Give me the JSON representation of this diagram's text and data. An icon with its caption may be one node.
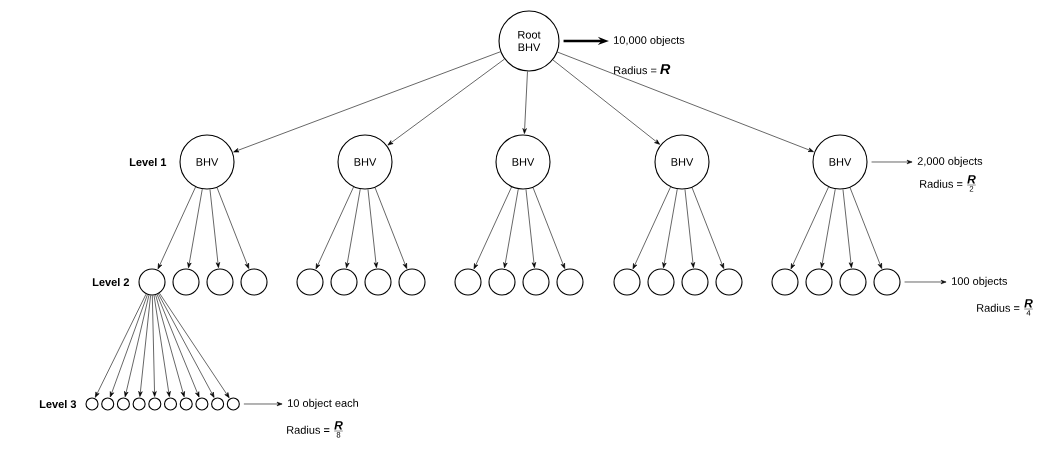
{
  "diagram": {
    "nodes": [
      {
        "text": [
          "Root BHV"
        ]
      },
      {
        "text": [
          "BHV"
        ]
      },
      {
        "text": [
          "BHV"
        ]
      },
      {
        "text": [
          "BHV"
        ]
      },
      {
        "text": [
          "BHV"
        ]
      },
      {
        "text": [
          "BHV"
        ]
      },
      {
        "text": [],
        "shape": "circle"
      },
      {
        "text": [],
        "shape": "circle"
      },
      {
        "text": [],
        "shape": "circle"
      },
      {
        "text": [],
        "shape": "circle"
      },
      {
        "text": [],
        "shape": "circle"
      },
      {
        "text": [],
        "shape": "circle"
      },
      {
        "text": [],
        "shape": "circle"
      },
      {
        "text": [],
        "shape": "circle"
      },
      {
        "text": [],
        "shape": "circle"
      },
      {
        "text": [],
        "shape": "circle"
      },
      {
        "text": [],
        "shape": "circle"
      },
      {
        "text": [],
        "shape": "circle"
      },
      {
        "text": [],
        "shape": "circle"
      },
      {
        "text": [],
        "shape": "circle"
      },
      {
        "text": [],
        "shape": "circle"
      },
      {
        "text": [],
        "shape": "circle"
      },
      {
        "text": [],
        "shape": "circle"
      },
      {
        "text": [],
        "shape": "circle"
      },
      {
        "text": [],
        "shape": "circle"
      },
      {
        "text": [],
        "shape": "circle"
      },
      {
        "text": [],
        "shape": "circle"
      },
      {
        "text": [],
        "shape": "circle"
      },
      {
        "text": [],
        "shape": "circle"
      },
      {
        "text": [],
        "shape": "circle"
      },
      {
        "text": [],
        "shape": "circle"
      },
      {
        "text": [],
        "shape": "circle"
      },
      {
        "text": [],
        "shape": "circle"
      },
      {
        "text": [],
        "shape": "circle"
      },
      {
        "text": [],
        "shape": "circle"
      },
      {
        "text": [],
        "shape": "circle"
      },
      {
        "text": [
          "10,000 objects"
        ],
        "beside": [
          "\\text{Radius} \\mathrel{\\text{=}} \\text{\\Large\\textbf{\\textit{R}}}"
        ]
      },
      {
        "text": [
          "2,000 objects"
        ],
        "beside": [
          "\\text{Radius} \\mathrel{\\text{=}} \\frac{\\text{\\large\\textbf{\\textit{R}}}}{\\text{2}}"
        ]
      },
      {
        "text": [
          "100 objects"
        ],
        "beside": [
          "\\text{Radius} \\mathrel{\\text{=}} \\frac{\\text{\\large\\textbf{\\textit{R}}}}{\\text{4}}"
        ]
      },
      {
        "text": [
          "10 object each"
        ],
        "beside": [
          "\\text{Radius} \\mathrel{\\text{=}} \\frac{\\text{\\large\\textbf{\\textit{R}}}}{\\text{8}}"
        ]
      }
    ],
    "edges": [
      {
        "from": 0,
        "to": 1,
        "arrow": "to"
      },
      {
        "from": 0,
        "to": 2,
        "arrow": "to"
      },
      {
        "from": 0,
        "to": 3,
        "arrow": "to"
      },
      {
        "from": 0,
        "to": 4,
        "arrow": "to"
      },
      {
        "from": 0,
        "to": 5,
        "arrow": "to"
      },
      {
        "from": 1,
        "to": 6,
        "arrow": "to"
      },
      {
        "from": 1,
        "to": 7,
        "arrow": "to"
      },
      {
        "from": 1,
        "to": 8,
        "arrow": "to"
      },
      {
        "from": 1,
        "to": 9,
        "arrow": "to"
      },
      {
        "from": 2,
        "to": 10,
        "arrow": "to"
      },
      {
        "from": 2,
        "to": 11,
        "arrow": "to"
      },
      {
        "from": 2,
        "to": 12,
        "arrow": "to"
      },
      {
        "from": 2,
        "to": 13,
        "arrow": "to"
      },
      {
        "from": 3,
        "to": 14,
        "arrow": "to"
      },
      {
        "from": 3,
        "to": 15,
        "arrow": "to"
      },
      {
        "from": 3,
        "to": 16,
        "arrow": "to"
      },
      {
        "from": 3,
        "to": 17,
        "arrow": "to"
      },
      {
        "from": 4,
        "to": 18,
        "arrow": "to"
      },
      {
        "from": 4,
        "to": 19,
        "arrow": "to"
      },
      {
        "from": 4,
        "to": 20,
        "arrow": "to"
      },
      {
        "from": 4,
        "to": 21,
        "arrow": "to"
      },
      {
        "from": 5,
        "to": 22,
        "arrow": "to"
      },
      {
        "from": 5,
        "to": 23,
        "arrow": "to"
      },
      {
        "from": 5,
        "to": 24,
        "arrow": "to"
      },
      {
        "from": 5,
        "to": 25,
        "arrow": "to"
      },
      {
        "from": 6,
        "to": 26,
        "arrow": "to"
      },
      {
        "from": 6,
        "to": 27,
        "arrow": "to"
      },
      {
        "from": 6,
        "to": 28,
        "arrow": "to"
      },
      {
        "from": 6,
        "to": 29,
        "arrow": "to"
      },
      {
        "from": 6,
        "to": 30,
        "arrow": "to"
      },
      {
        "from": 6,
        "to": 31,
        "arrow": "to"
      },
      {
        "from": 6,
        "to": 32,
        "arrow": "to"
      },
      {
        "from": 6,
        "to": 33,
        "arrow": "to"
      },
      {
        "from": 6,
        "to": 34,
        "arrow": "to"
      },
      {
        "from": 6,
        "to": 35,
        "arrow": "to"
      },
      {
        "from": 0,
        "to": 36,
        "arrow": "to",
        "style": "thick"
      },
      {
        "from": 5,
        "to": 37,
        "arrow": "to"
      },
      {
        "from": 25,
        "to": 38,
        "arrow": "to"
      },
      {
        "from": 35,
        "to": 39,
        "arrow": "to"
      }
    ],
    "labels": [
      "Level 1",
      "Level 2",
      "Level 3"
    ]
  }
}
